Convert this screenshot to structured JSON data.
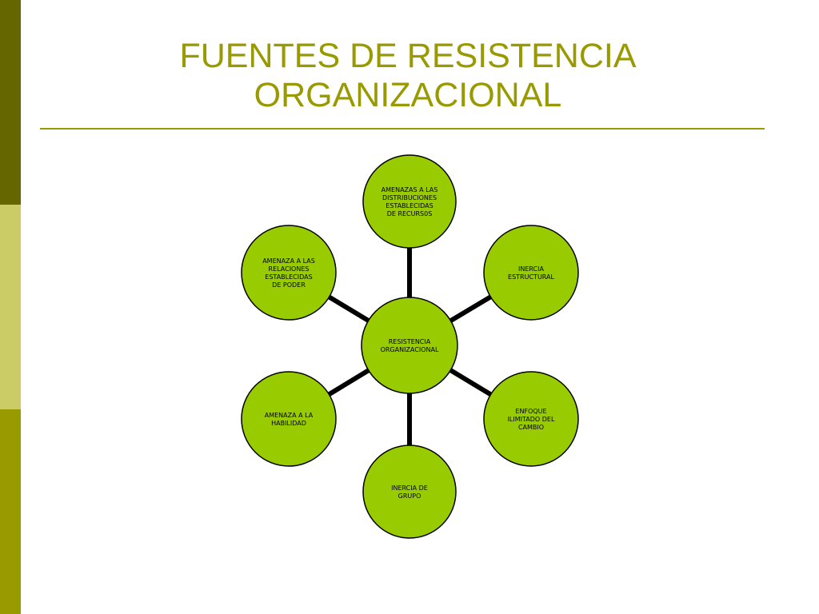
{
  "title": {
    "line1": "FUENTES DE RESISTENCIA",
    "line2": "ORGANIZACIONAL"
  },
  "colors": {
    "title": "#999900",
    "node_fill": "#99cc00",
    "connector": "#000000",
    "sidebar_top": "#666600",
    "sidebar_middle": "#cccc66",
    "sidebar_bottom": "#999900"
  },
  "diagram": {
    "center": {
      "lines": [
        "RESISTENCIA",
        "ORGANIZACIONAL"
      ]
    },
    "nodes": [
      {
        "id": "top",
        "lines": [
          "AMENAZAS A LAS",
          "DISTRIBUCIONES",
          "ESTABLECIDAS",
          "DE RECURS0S"
        ]
      },
      {
        "id": "upper-right",
        "lines": [
          "INERCIA",
          "ESTRUCTURAL"
        ]
      },
      {
        "id": "lower-right",
        "lines": [
          "ENFOQUE",
          "ILIMITADO DEL",
          "CAMBIO"
        ]
      },
      {
        "id": "bottom",
        "lines": [
          "INERCIA DE",
          "GRUPO"
        ]
      },
      {
        "id": "lower-left",
        "lines": [
          "AMENAZA A LA",
          "HABILIDAD"
        ]
      },
      {
        "id": "upper-left",
        "lines": [
          "AMENAZA A LAS",
          "RELACIONES",
          "ESTABLECIDAS",
          "DE PODER"
        ]
      }
    ]
  }
}
